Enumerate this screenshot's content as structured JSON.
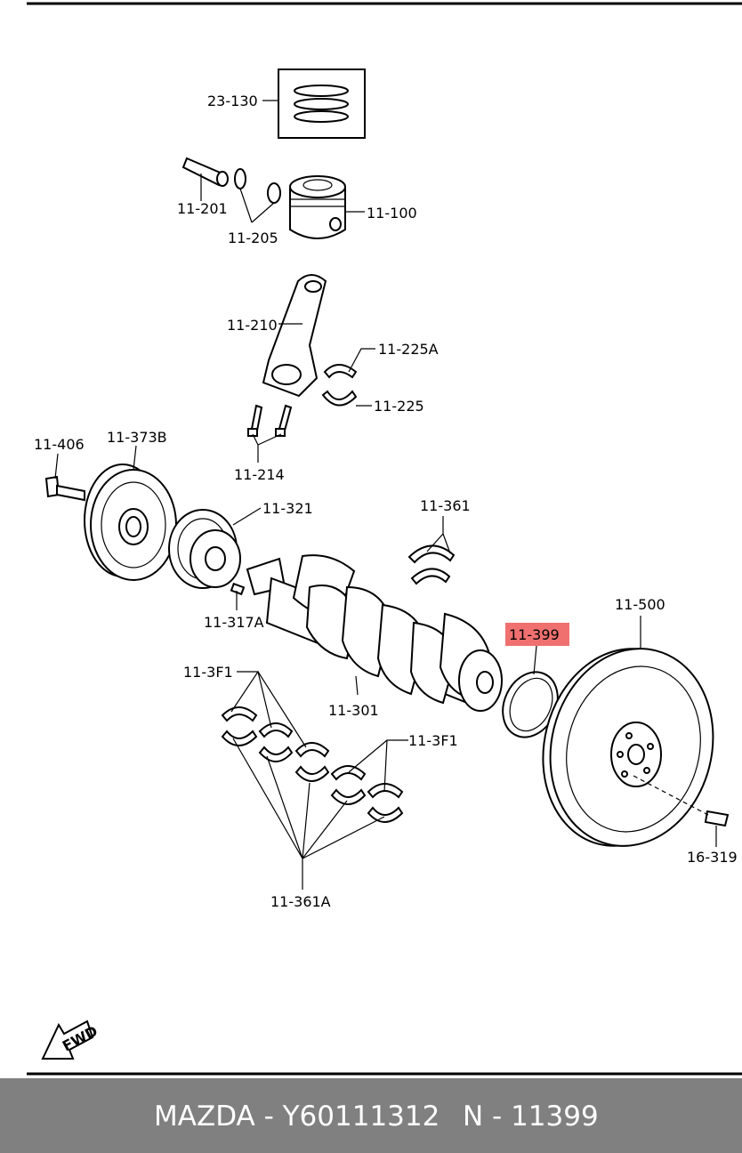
{
  "diagram": {
    "part_labels": [
      "23-130",
      "11-201",
      "11-205",
      "11-100",
      "11-210",
      "11-225A",
      "11-225",
      "11-214",
      "11-406",
      "11-373B",
      "11-321",
      "11-361",
      "11-317A",
      "11-500",
      "11-399",
      "11-3F1",
      "11-301",
      "11-3F1",
      "16-319",
      "11-361A"
    ],
    "highlighted_part": "11-399",
    "highlight_color": "#f07070",
    "direction_marker": "FWD"
  },
  "footer": {
    "brand_part": "MAZDA - Y60111312",
    "ref": "N - 11399",
    "bg_color": "#808080"
  }
}
